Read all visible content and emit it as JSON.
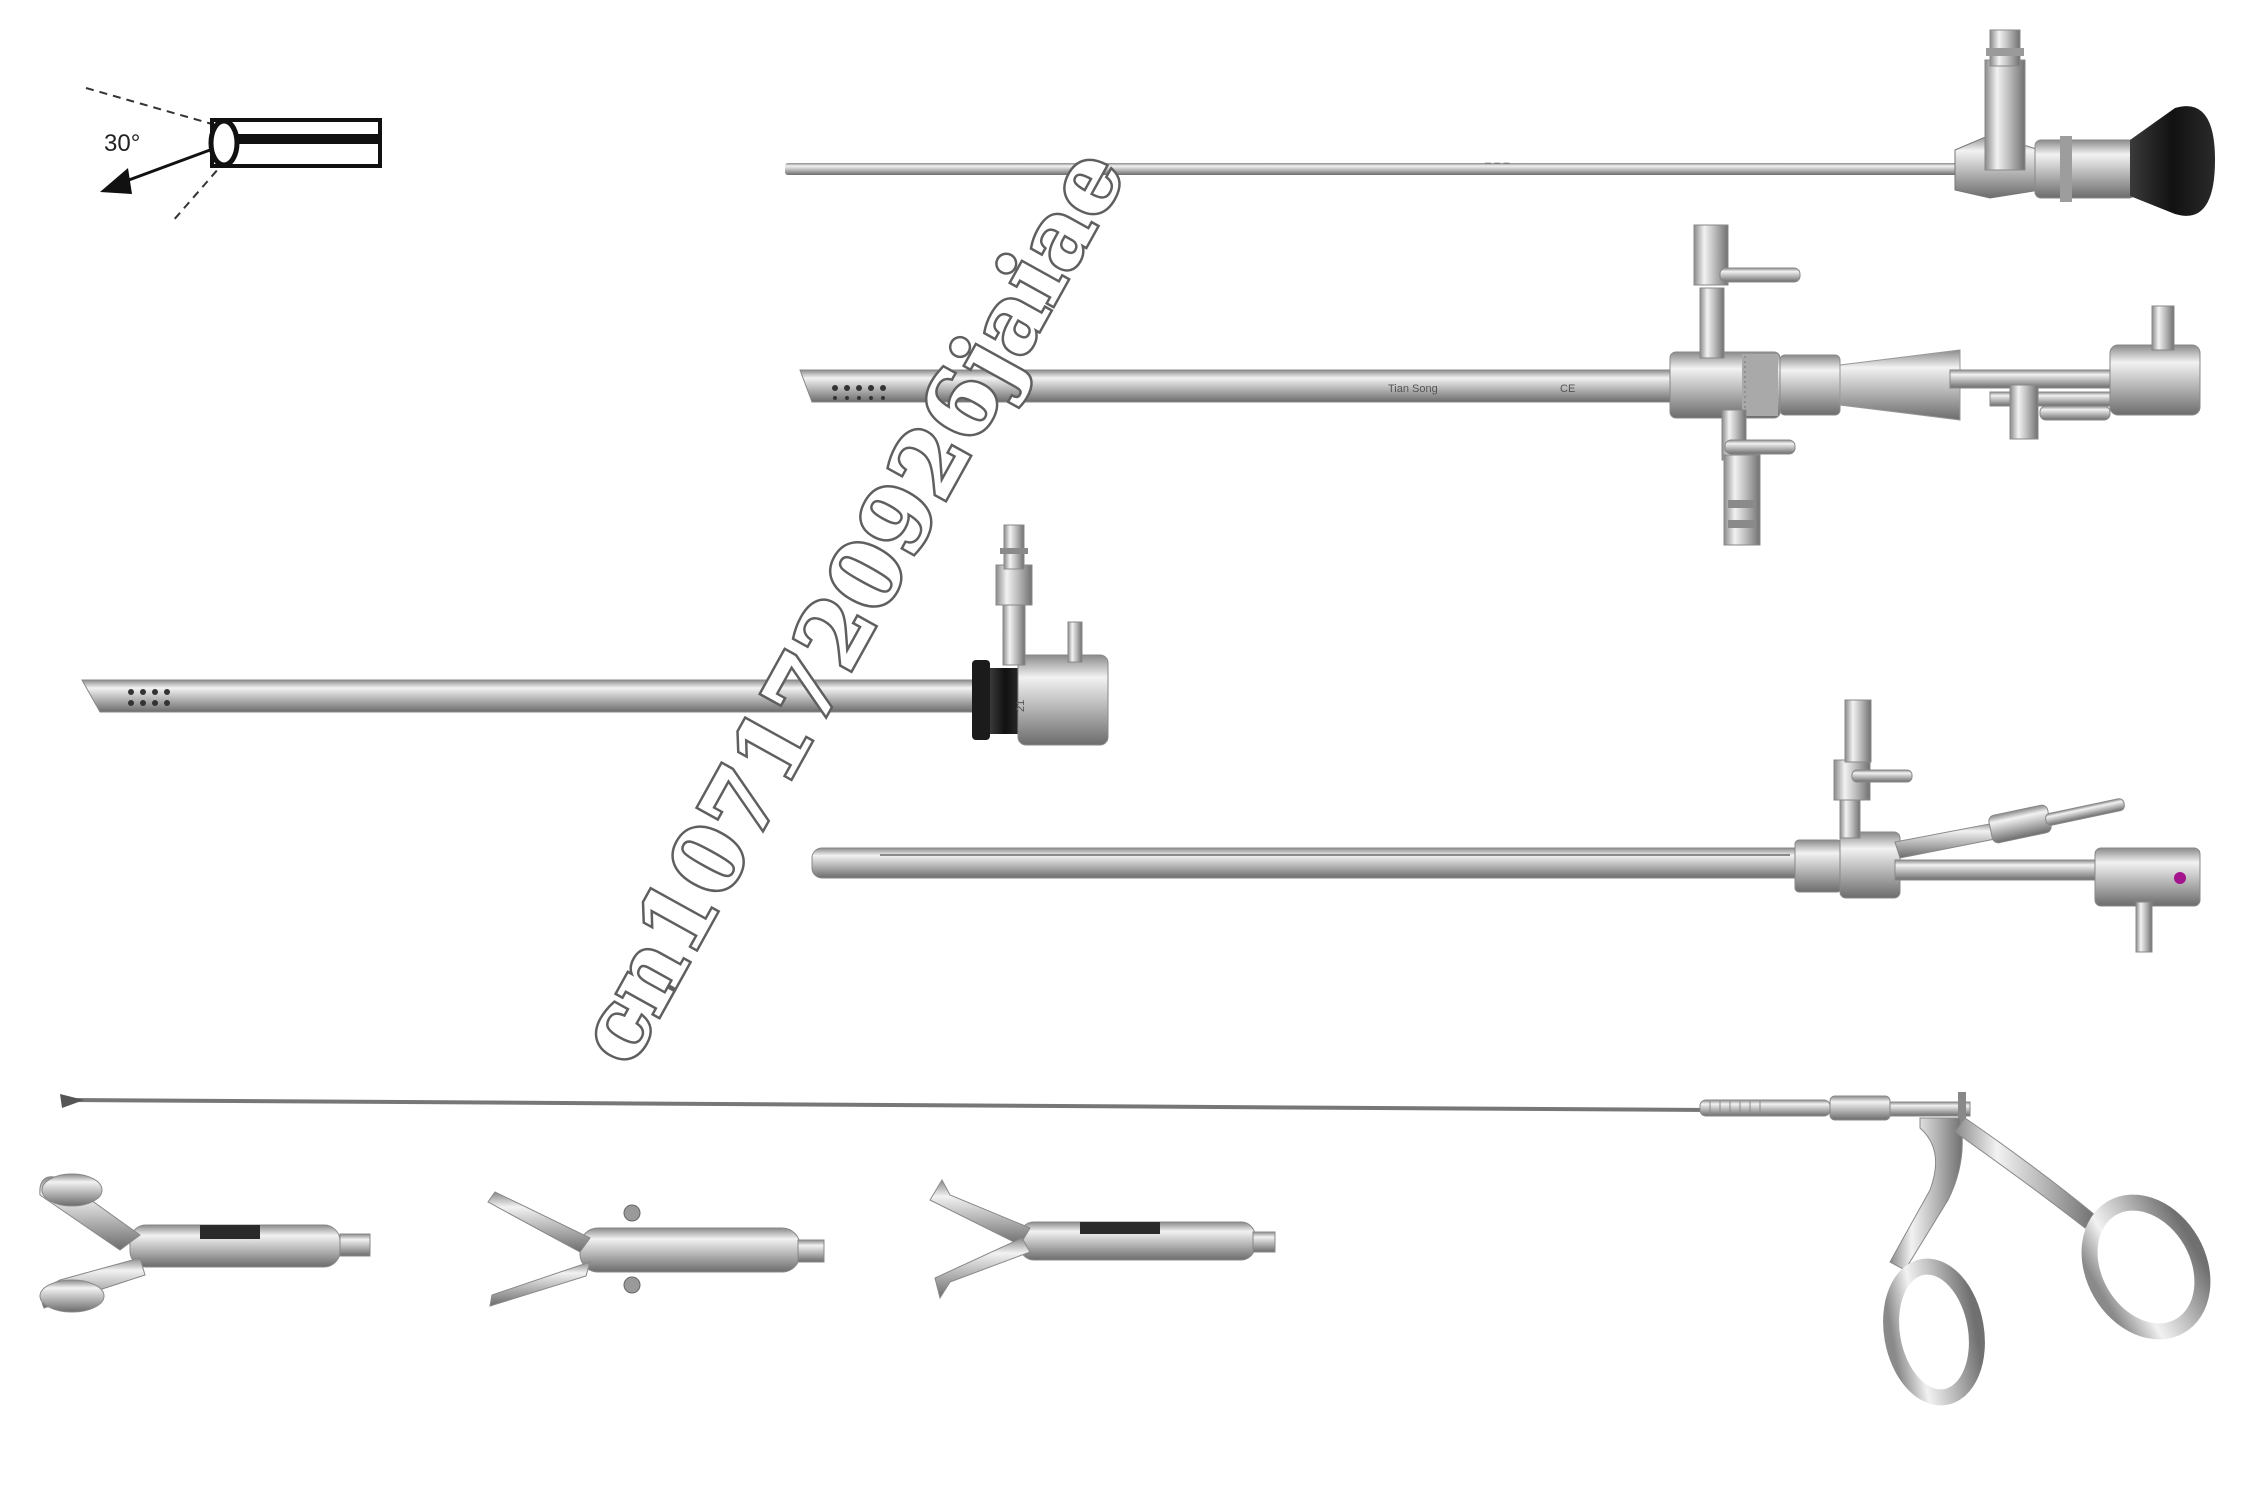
{
  "diagram": {
    "angle_label": "30°"
  },
  "scope": {
    "engraving_brand": "Tian Song",
    "engraving_mark": "CE"
  },
  "obturator": {
    "size_label": "21"
  },
  "watermark": {
    "text": "cn1071720926jaiae"
  },
  "colors": {
    "steel_light": "#e6e6e6",
    "steel_mid": "#b4b4b4",
    "steel_dark": "#6e6e6e",
    "eyepiece": "#1a1a1a",
    "marker_dot": "#a4148c"
  },
  "instruments": [
    {
      "icon": "rigid-telescope-30deg"
    },
    {
      "icon": "continuous-flow-sheath"
    },
    {
      "icon": "obturator-sheath"
    },
    {
      "icon": "operating-sheath"
    },
    {
      "icon": "flexible-grasping-forceps"
    },
    {
      "icon": "forceps-jaw-tip"
    }
  ]
}
